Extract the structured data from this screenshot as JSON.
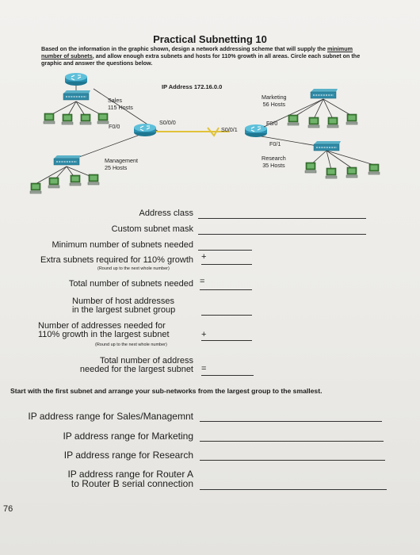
{
  "title": "Practical Subnetting 10",
  "intro": {
    "before": "Based on the information in the graphic shown, design a network addressing scheme that will supply the ",
    "underlined": "minimum number of subnets",
    "after": ", and allow enough extra subnets and hosts for 110% growth in all areas.  Circle each subnet on the graphic and answer the questions below."
  },
  "diagram": {
    "ip_address": "IP Address 172.16.0.0",
    "sales": [
      "Sales",
      "115 Hosts"
    ],
    "management": [
      "Management",
      "25 Hosts"
    ],
    "marketing": [
      "Marketing",
      "56 Hosts"
    ],
    "research": [
      "Research",
      "35 Hosts"
    ],
    "router_a": {
      "f0": "F0/0",
      "s0": "S0/0/0"
    },
    "router_b": {
      "s1": "S0/0/1",
      "f0": "F0/0",
      "f1": "F0/1"
    }
  },
  "questions": {
    "address_class": "Address class",
    "custom_mask": "Custom subnet mask",
    "min_subnets": "Minimum number of subnets needed",
    "extra_subnets": "Extra subnets required for 110% growth",
    "round_note": "(Round up to the next whole number)",
    "total_subnets": "Total number of subnets needed",
    "host_addr_1": "Number of host addresses",
    "host_addr_2": "in the largest subnet group",
    "needed_1": "Number of addresses needed for",
    "needed_2": "110% growth in the largest subnet",
    "total_addr_1": "Total number of address",
    "total_addr_2": "needed for the largest subnet",
    "plus": "+",
    "equals": "="
  },
  "start_instruction": "Start with the first subnet and arrange your sub-networks from the largest group to the smallest.",
  "ranges": {
    "sales_mgmt": "IP address range for Sales/Managemnt",
    "marketing": "IP address range for Marketing",
    "research": "IP address range for Research",
    "serial_1": "IP address range for Router A",
    "serial_2": "to Router B serial connection"
  },
  "page_number": "76"
}
